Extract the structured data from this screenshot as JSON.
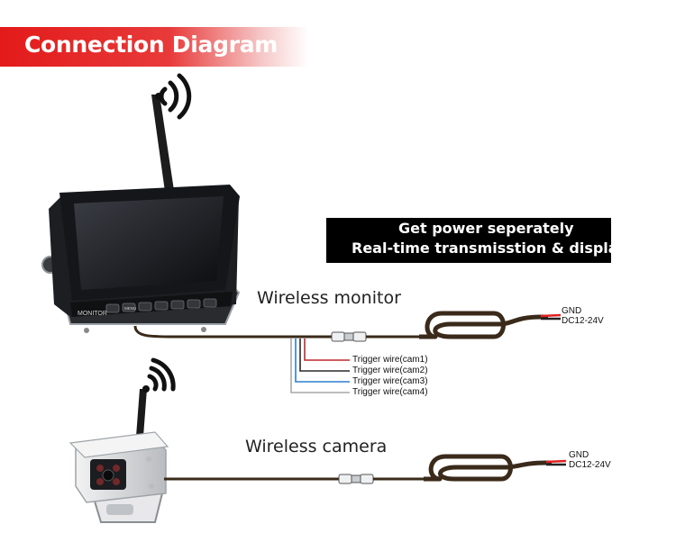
{
  "banner": {
    "title": "Connection Diagram"
  },
  "note": {
    "line1": "Get power seperately",
    "line2": "Real-time transmisstion & display"
  },
  "monitor": {
    "label": "Wireless monitor",
    "device_text": "MONITOR",
    "button_text": "MENU",
    "power": {
      "gnd": "GND",
      "voltage": "DC12-24V"
    },
    "trigger_wires": [
      {
        "label": "Trigger wire(cam1)",
        "color": "#c0282d"
      },
      {
        "label": "Trigger wire(cam2)",
        "color": "#2a2a2a"
      },
      {
        "label": "Trigger wire(cam3)",
        "color": "#2b7fcf"
      },
      {
        "label": "Trigger wire(cam4)",
        "color": "#a9a9a9"
      }
    ]
  },
  "camera": {
    "label": "Wireless camera",
    "power": {
      "gnd": "GND",
      "voltage": "DC12-24V"
    }
  },
  "colors": {
    "banner_red": "#e31a1a",
    "note_bg": "#000000",
    "cable": "#3a2a1a",
    "power_red": "#e02020"
  }
}
